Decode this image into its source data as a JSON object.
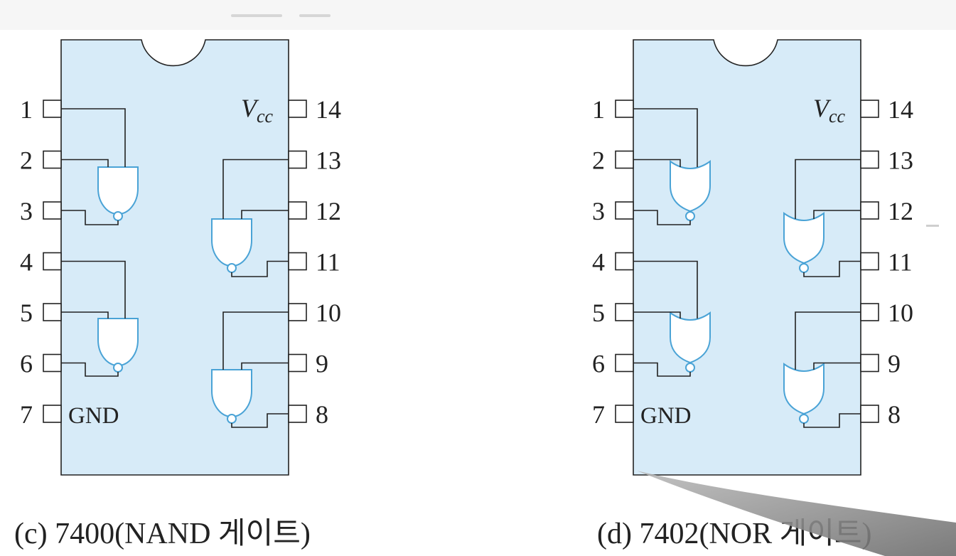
{
  "figures": [
    {
      "caption": "(c) 7400(NAND 게이트)",
      "gate_type": "nand",
      "left_pins": [
        "1",
        "2",
        "3",
        "4",
        "5",
        "6",
        "7"
      ],
      "right_pins": [
        "14",
        "13",
        "12",
        "11",
        "10",
        "9",
        "8"
      ],
      "vcc_label": "V",
      "vcc_sub": "CC",
      "gnd_label": "GND"
    },
    {
      "caption": "(d) 7402(NOR 게이트)",
      "gate_type": "nor",
      "left_pins": [
        "1",
        "2",
        "3",
        "4",
        "5",
        "6",
        "7"
      ],
      "right_pins": [
        "14",
        "13",
        "12",
        "11",
        "10",
        "9",
        "8"
      ],
      "vcc_label": "V",
      "vcc_sub": "CC",
      "gnd_label": "GND"
    }
  ],
  "colors": {
    "chip_fill": "#d7ebf8",
    "gate_stroke": "#4aa3d6",
    "wire": "#222222",
    "text": "#222222"
  }
}
